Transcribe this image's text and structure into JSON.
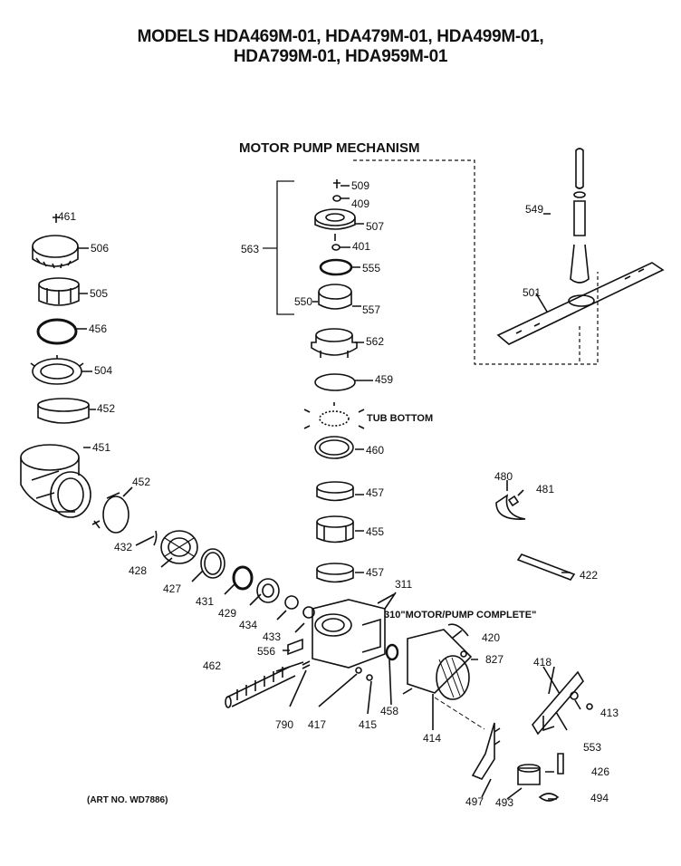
{
  "header": {
    "title_line1": "MODELS HDA469M-01, HDA479M-01, HDA499M-01,",
    "title_line2": "HDA799M-01, HDA959M-01",
    "section": "MOTOR PUMP MECHANISM"
  },
  "footer": {
    "art_no": "(ART NO. WD7886)"
  },
  "callouts": {
    "tub_bottom": "TUB BOTTOM",
    "motor_pump_complete": "310\"MOTOR/PUMP COMPLETE\""
  },
  "parts": {
    "p461": "461",
    "p506": "506",
    "p505": "505",
    "p456": "456",
    "p504": "504",
    "p452a": "452",
    "p451": "451",
    "p452b": "452",
    "p432": "432",
    "p428": "428",
    "p427": "427",
    "p431": "431",
    "p429": "429",
    "p434": "434",
    "p433": "433",
    "p556": "556",
    "p462": "462",
    "p790": "790",
    "p417": "417",
    "p415": "415",
    "p458": "458",
    "p414": "414",
    "p311": "311",
    "p420": "420",
    "p827": "827",
    "p509": "509",
    "p409": "409",
    "p507": "507",
    "p563": "563",
    "p401": "401",
    "p555": "555",
    "p550": "550",
    "p557": "557",
    "p562": "562",
    "p459": "459",
    "p460": "460",
    "p457a": "457",
    "p455": "455",
    "p457b": "457",
    "p549": "549",
    "p501": "501",
    "p480": "480",
    "p481": "481",
    "p422": "422",
    "p418": "418",
    "p413": "413",
    "p553": "553",
    "p426": "426",
    "p497": "497",
    "p493": "493",
    "p494": "494"
  }
}
